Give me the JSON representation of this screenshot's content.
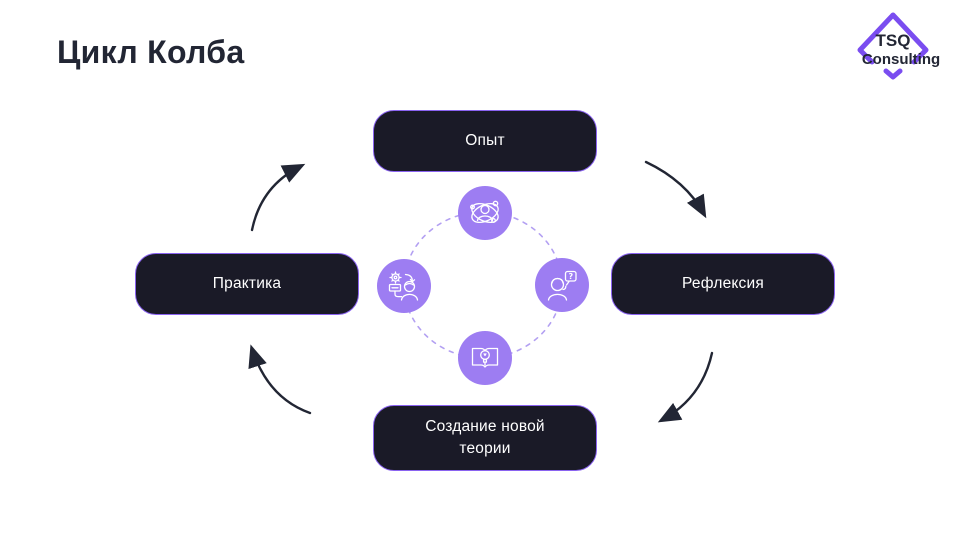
{
  "slide": {
    "title": "Цикл Колба"
  },
  "logo": {
    "name": "TSQ Consulting",
    "line1": "TSQ",
    "line2": "Consulting"
  },
  "cycle": {
    "direction": "clockwise",
    "stages": [
      {
        "label": "Опыт",
        "position": "top",
        "icon": "person-orbits-icon"
      },
      {
        "label": "Рефлексия",
        "position": "right",
        "icon": "thinking-question-icon"
      },
      {
        "label": "Создание новой теории",
        "position": "bottom",
        "icon": "book-lightbulb-icon"
      },
      {
        "label": "Практика",
        "position": "left",
        "icon": "person-gear-arrow-icon"
      }
    ],
    "arrows": [
      {
        "from": "Практика",
        "to": "Опыт"
      },
      {
        "from": "Опыт",
        "to": "Рефлексия"
      },
      {
        "from": "Рефлексия",
        "to": "Создание новой теории"
      },
      {
        "from": "Создание новой теории",
        "to": "Практика"
      }
    ],
    "question_mark": "?"
  },
  "colors": {
    "accent_purple": "#7a4df0",
    "icon_purple": "#9d7df2",
    "pill_background": "#1a1a27",
    "pill_border": "#8a63f0",
    "ink": "#222634",
    "dashed_ring": "#b3a0f2",
    "background": "#ffffff"
  }
}
